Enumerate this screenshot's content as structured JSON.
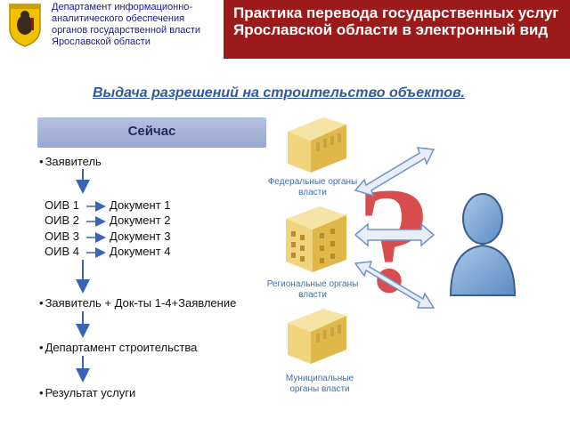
{
  "header": {
    "department": "Департамент информационно-аналитического обеспечения органов государственной власти Ярославской области",
    "title": "Практика перевода государственных услуг Ярославской области в электронный вид"
  },
  "subtitle": "Выдача разрешений на строительство объектов.",
  "now_panel": {
    "label": "Сейчас",
    "applicant": "Заявитель",
    "oiv_rows": [
      {
        "oiv": "ОИВ 1",
        "doc": "Документ 1"
      },
      {
        "oiv": "ОИВ 2",
        "doc": "Документ 2"
      },
      {
        "oiv": "ОИВ 3",
        "doc": "Документ 3"
      },
      {
        "oiv": "ОИВ 4",
        "doc": "Документ 4"
      }
    ],
    "applicant_docs": "Заявитель + Док-ты 1-4+Заявление",
    "department": "Департамент строительства",
    "result": "Результат услуги"
  },
  "authorities": [
    {
      "caption": "Федеральные органы власти",
      "icon": "building-icon"
    },
    {
      "caption": "Региональные органы власти",
      "icon": "building-icon"
    },
    {
      "caption": "Муниципальные органы власти",
      "icon": "building-icon"
    }
  ],
  "question_mark": "?",
  "colors": {
    "banner": "#9b1b1b",
    "accent_blue": "#2f58a7",
    "question": "#d22f2f",
    "person": "#7fa8d6"
  }
}
